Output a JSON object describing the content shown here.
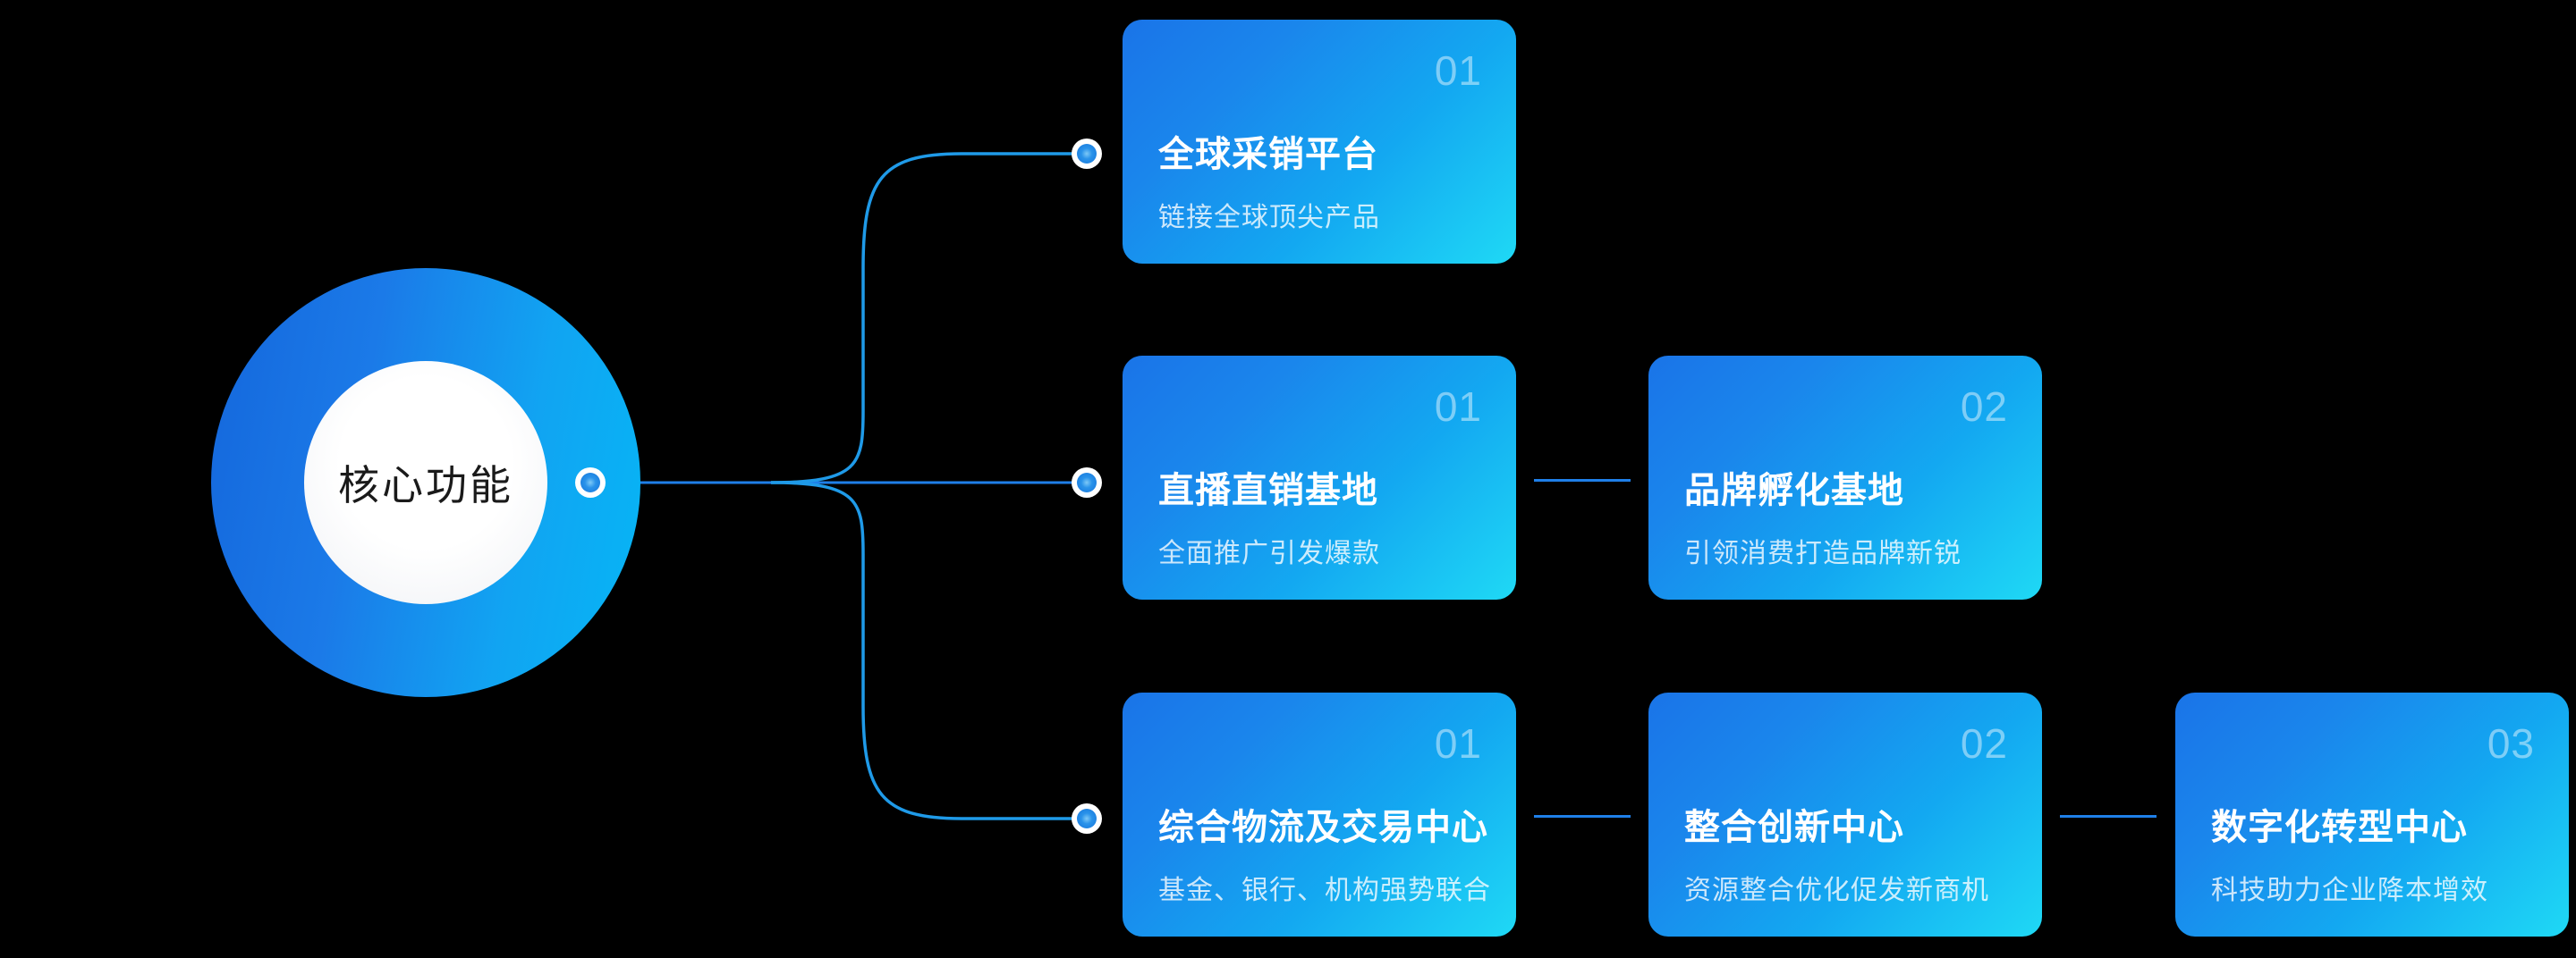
{
  "hub": {
    "label": "核心功能",
    "accent_outer_from": "#1467dc",
    "accent_outer_to": "#06b6f5",
    "inner_fill": "#ffffff"
  },
  "theme": {
    "background": "#000000",
    "line_color": "#1f9ae8",
    "card_gradient_from": "#1a74e8",
    "card_gradient_to": "#1fd9f5",
    "number_color": "rgba(255,255,255,0.45)",
    "title_color": "#ffffff",
    "subtitle_color": "rgba(255,255,255,0.78)"
  },
  "branches": [
    {
      "id": "branch-1",
      "cards": [
        {
          "number": "01",
          "title": "全球采销平台",
          "subtitle": "链接全球顶尖产品"
        }
      ]
    },
    {
      "id": "branch-2",
      "cards": [
        {
          "number": "01",
          "title": "直播直销基地",
          "subtitle": "全面推广引发爆款"
        },
        {
          "number": "02",
          "title": "品牌孵化基地",
          "subtitle": "引领消费打造品牌新锐"
        }
      ]
    },
    {
      "id": "branch-3",
      "cards": [
        {
          "number": "01",
          "title": "综合物流及交易中心",
          "subtitle": "基金、银行、机构强势联合"
        },
        {
          "number": "02",
          "title": "整合创新中心",
          "subtitle": "资源整合优化促发新商机"
        },
        {
          "number": "03",
          "title": "数字化转型中心",
          "subtitle": "科技助力企业降本增效"
        }
      ]
    }
  ]
}
